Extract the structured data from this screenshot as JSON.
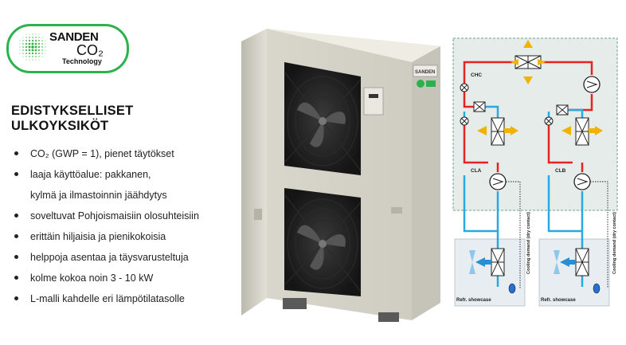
{
  "logo": {
    "brand": "SANDEN",
    "co2": "CO₂",
    "tech": "Technology",
    "accent_color": "#2bb24c"
  },
  "heading": {
    "line1": "EDISTYKSELLISET",
    "line2": "ULKOYKSIKÖT"
  },
  "bullets": [
    {
      "text": "CO₂ (GWP = 1), pienet täytökset"
    },
    {
      "text": "laaja käyttöalue: pakkanen,",
      "cont": "kylmä ja ilmastoinnin jäähdytys"
    },
    {
      "text": "soveltuvat Pohjoismaisiin olosuhteisiin"
    },
    {
      "text": "erittäin hiljaisia ja pienikokoisia"
    },
    {
      "text": "helppoja asentaa ja täysvarusteltuja"
    },
    {
      "text": "kolme kokoa noin 3 - 10 kW"
    },
    {
      "text": "L-malli kahdelle eri lämpötilatasolle"
    }
  ],
  "unit": {
    "badge": "SANDEN",
    "icon": "outdoor-heat-pump-unit",
    "casing_color": "#d8d5ca"
  },
  "diagram": {
    "chc_label": "CHC",
    "cla_label": "CLA",
    "clb_label": "CLB",
    "cooling_demand": "Cooling demand (dry contact)",
    "showcase_a": "Refr. showcase",
    "showcase_b": "Refr. showcase",
    "hot_color": "#e52421",
    "cold_color": "#2aa9e0"
  }
}
